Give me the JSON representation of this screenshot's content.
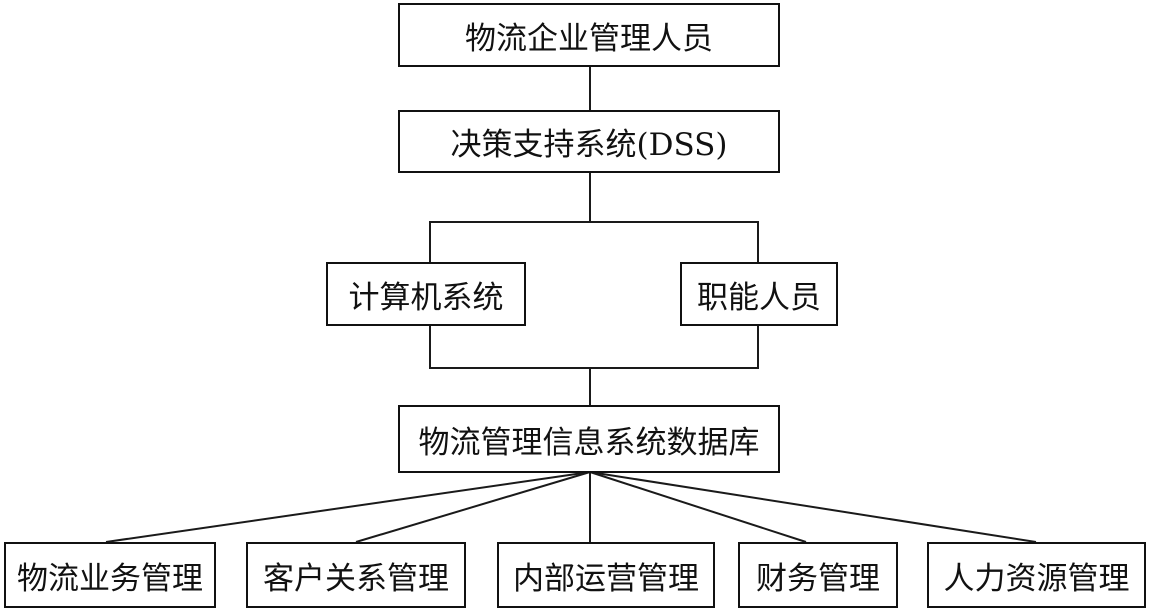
{
  "diagram": {
    "top": "物流企业管理人员",
    "dss": "决策支持系统(DSS)",
    "left_mid": "计算机系统",
    "right_mid": "职能人员",
    "database": "物流管理信息系统数据库",
    "modules": [
      "物流业务管理",
      "客户关系管理",
      "内部运营管理",
      "财务管理",
      "人力资源管理"
    ]
  }
}
